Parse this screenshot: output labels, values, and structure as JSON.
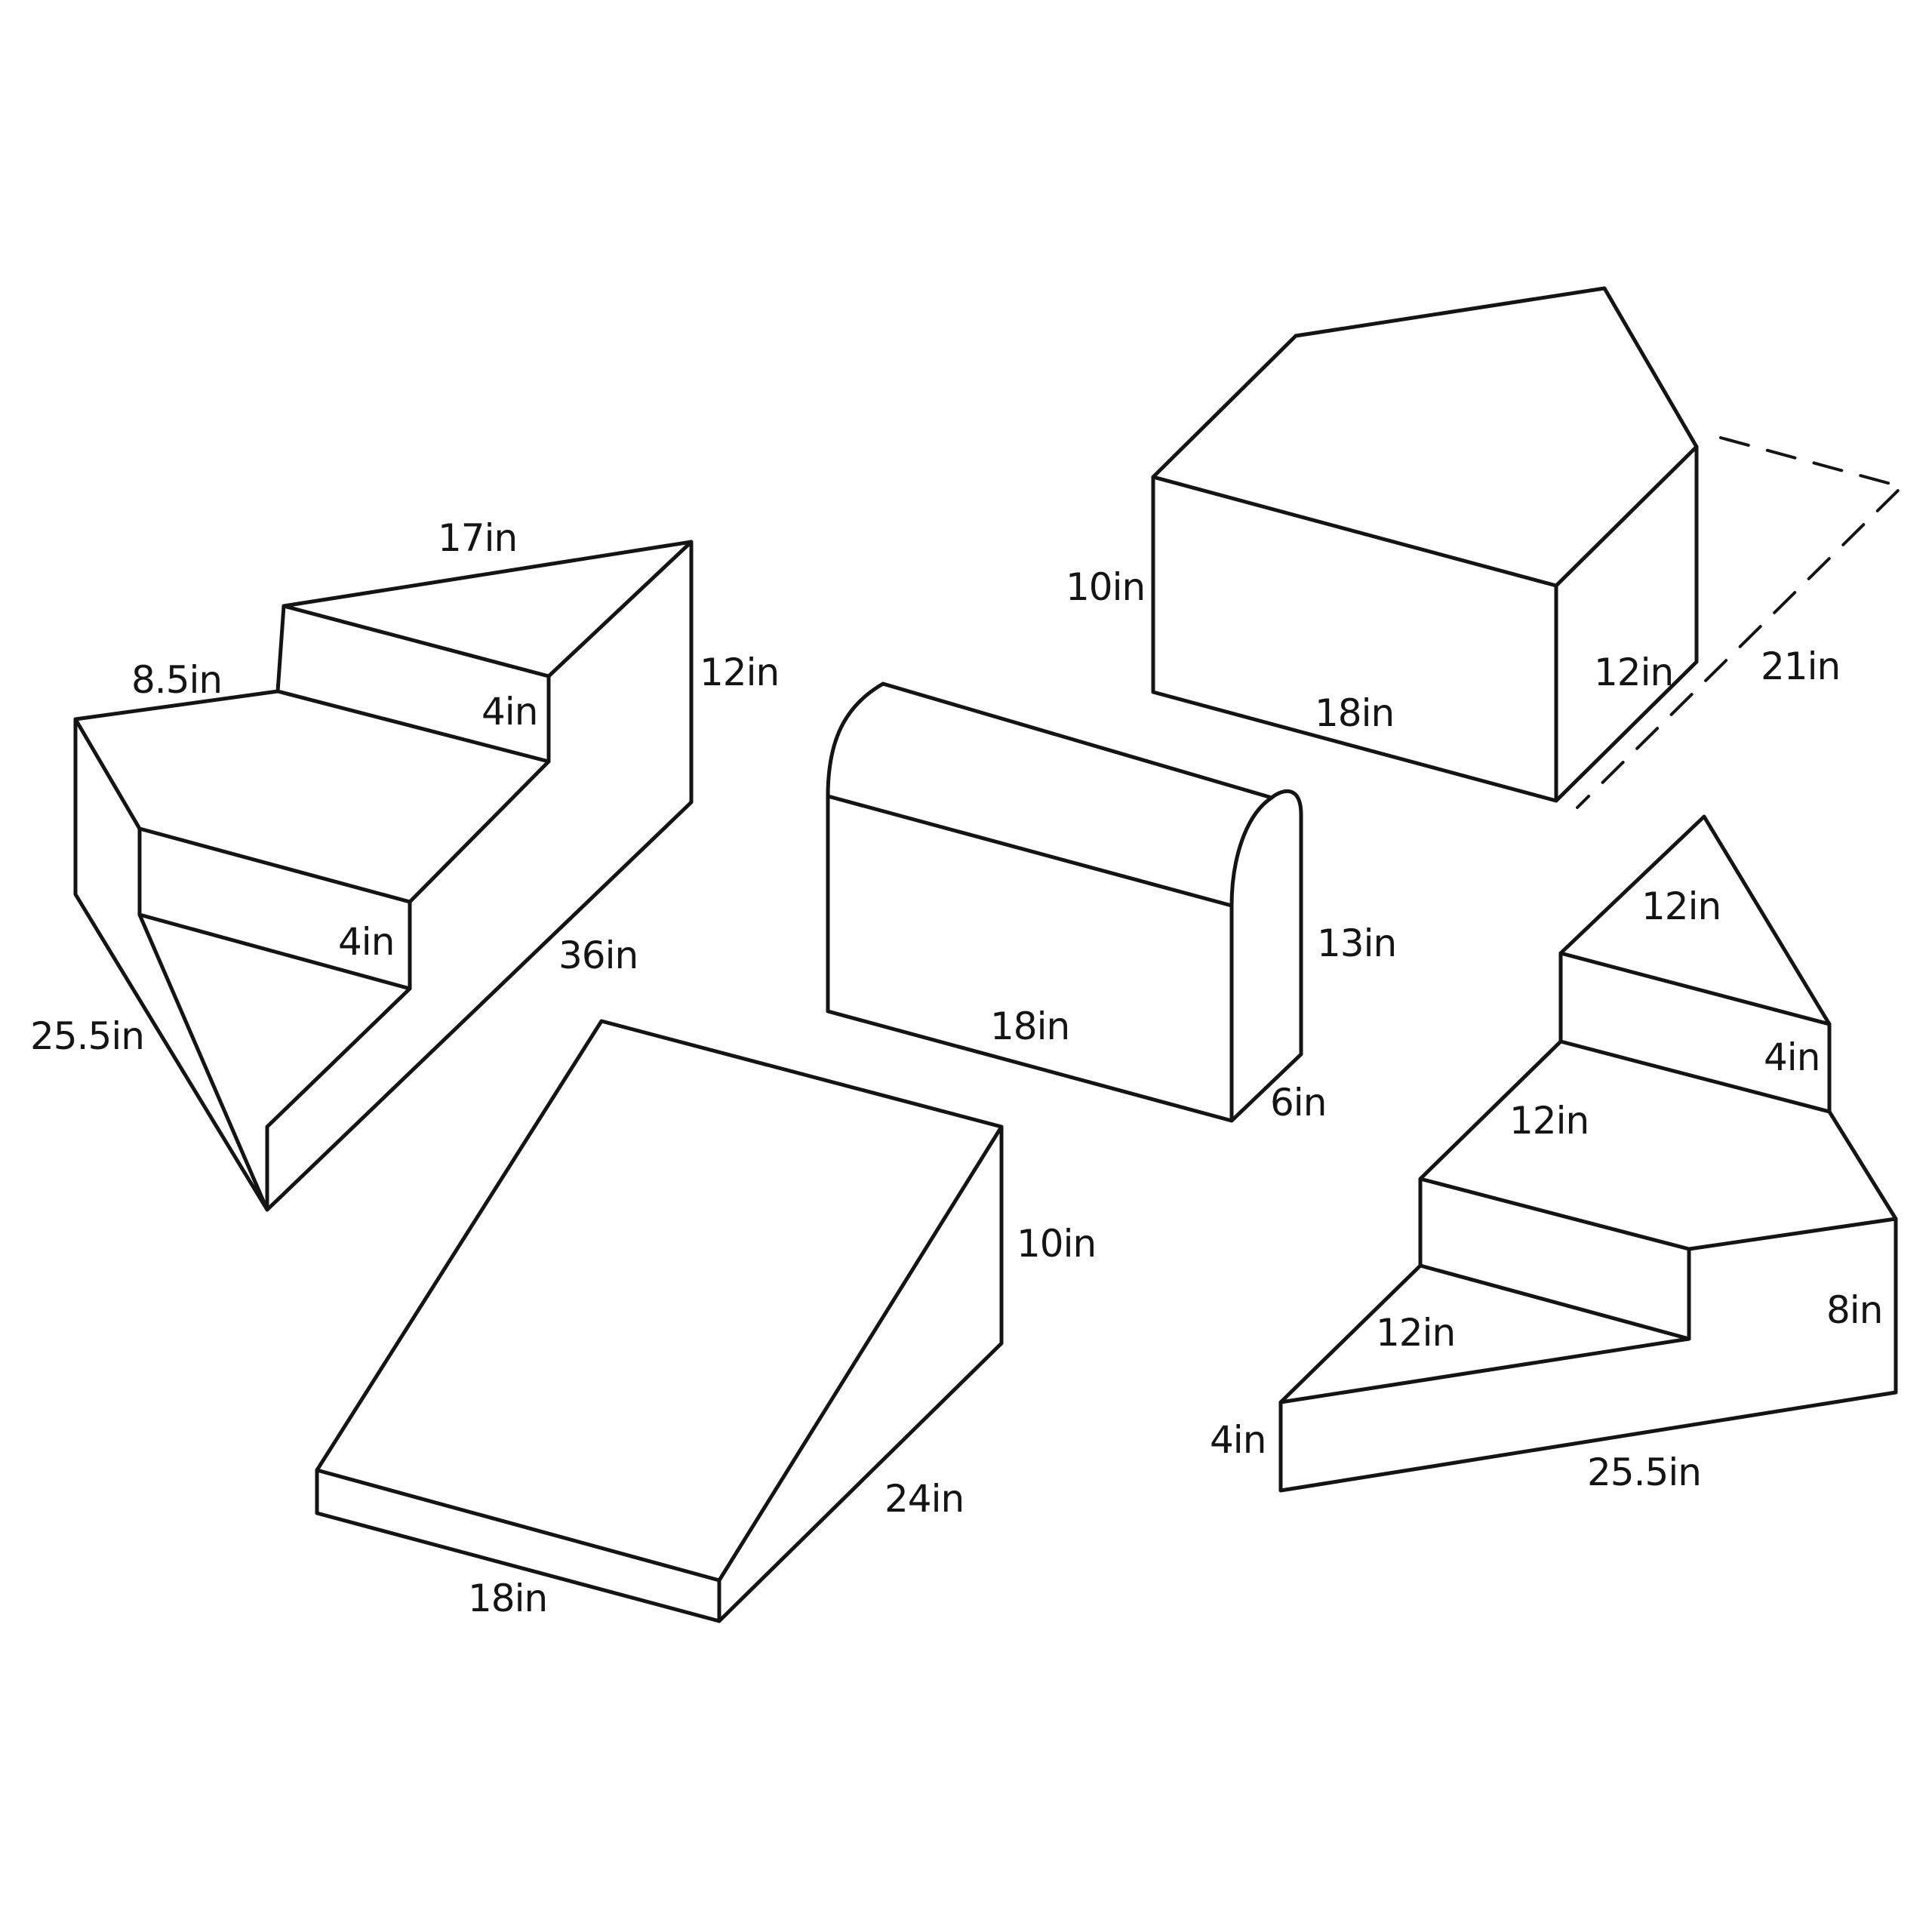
{
  "colors": {
    "background": "#ffffff",
    "line": "#141414"
  },
  "steps_left": {
    "top_width": "17in",
    "step_depth": "8.5in",
    "upper_riser": "4in",
    "lower_riser": "4in",
    "height": "12in",
    "length": "36in",
    "side_length": "25.5in"
  },
  "pentagon_block": {
    "front_height": "10in",
    "front_width": "18in",
    "side_height": "12in",
    "depth": "21in"
  },
  "curved_block": {
    "width": "18in",
    "height": "13in",
    "depth": "6in"
  },
  "wedge_ramp": {
    "height": "10in",
    "slope_length": "24in",
    "width": "18in"
  },
  "steps_right": {
    "top_edge": "12in",
    "top_riser": "4in",
    "middle_tread": "12in",
    "lower_tread": "12in",
    "low_end_height": "4in",
    "high_end_height": "8in",
    "base_length": "25.5in"
  }
}
